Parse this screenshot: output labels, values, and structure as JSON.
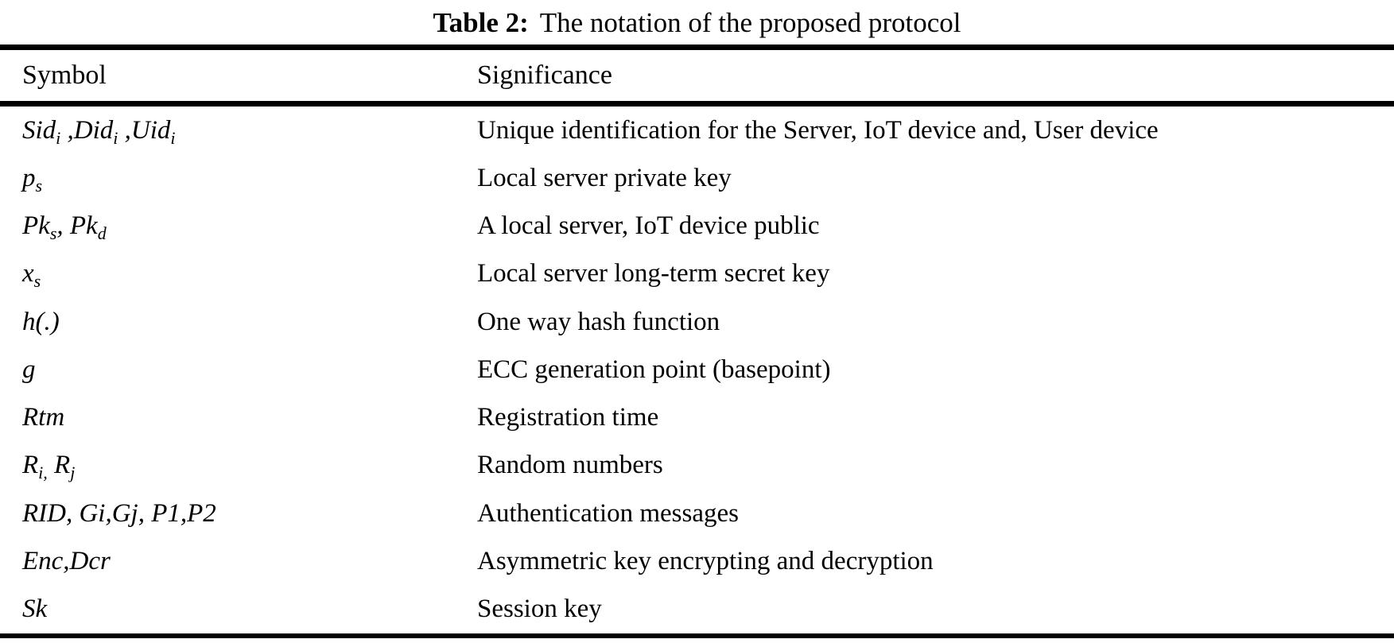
{
  "page": {
    "background_color": "#ffffff",
    "text_color": "#000000",
    "rule_color": "#000000"
  },
  "table": {
    "caption": {
      "label": "Table 2:",
      "text": "The notation of the proposed protocol"
    },
    "columns": [
      "Symbol",
      "Significance"
    ],
    "rows": [
      {
        "symbol": [
          {
            "t": "Sid"
          },
          {
            "sub": "i"
          },
          {
            "t": " ,Did"
          },
          {
            "sub": "i"
          },
          {
            "t": " ,Uid"
          },
          {
            "sub": "i"
          }
        ],
        "significance": "Unique identification for the Server, IoT device and, User device"
      },
      {
        "symbol": [
          {
            "t": "p"
          },
          {
            "sub": "s"
          }
        ],
        "significance": "Local server private key"
      },
      {
        "symbol": [
          {
            "t": "Pk"
          },
          {
            "sub": "s"
          },
          {
            "t": ", Pk"
          },
          {
            "sub": "d"
          }
        ],
        "significance": "A local server, IoT device public"
      },
      {
        "symbol": [
          {
            "t": "x"
          },
          {
            "sub": "s"
          }
        ],
        "significance": "Local server long-term secret key"
      },
      {
        "symbol": [
          {
            "t": "h(.)"
          }
        ],
        "significance": "One way hash function"
      },
      {
        "symbol": [
          {
            "t": "g"
          }
        ],
        "significance": "ECC generation point (basepoint)"
      },
      {
        "symbol": [
          {
            "t": "Rtm"
          }
        ],
        "significance": "Registration time"
      },
      {
        "symbol": [
          {
            "t": "R"
          },
          {
            "sub": "i,"
          },
          {
            "t": " R"
          },
          {
            "sub": "j"
          }
        ],
        "significance": "Random numbers"
      },
      {
        "symbol": [
          {
            "t": "RID, Gi,Gj, P1,P2"
          }
        ],
        "significance": "Authentication messages"
      },
      {
        "symbol": [
          {
            "t": "Enc,Dcr"
          }
        ],
        "significance": "Asymmetric key encrypting and decryption"
      },
      {
        "symbol": [
          {
            "t": "Sk"
          }
        ],
        "significance": "Session key"
      }
    ]
  }
}
